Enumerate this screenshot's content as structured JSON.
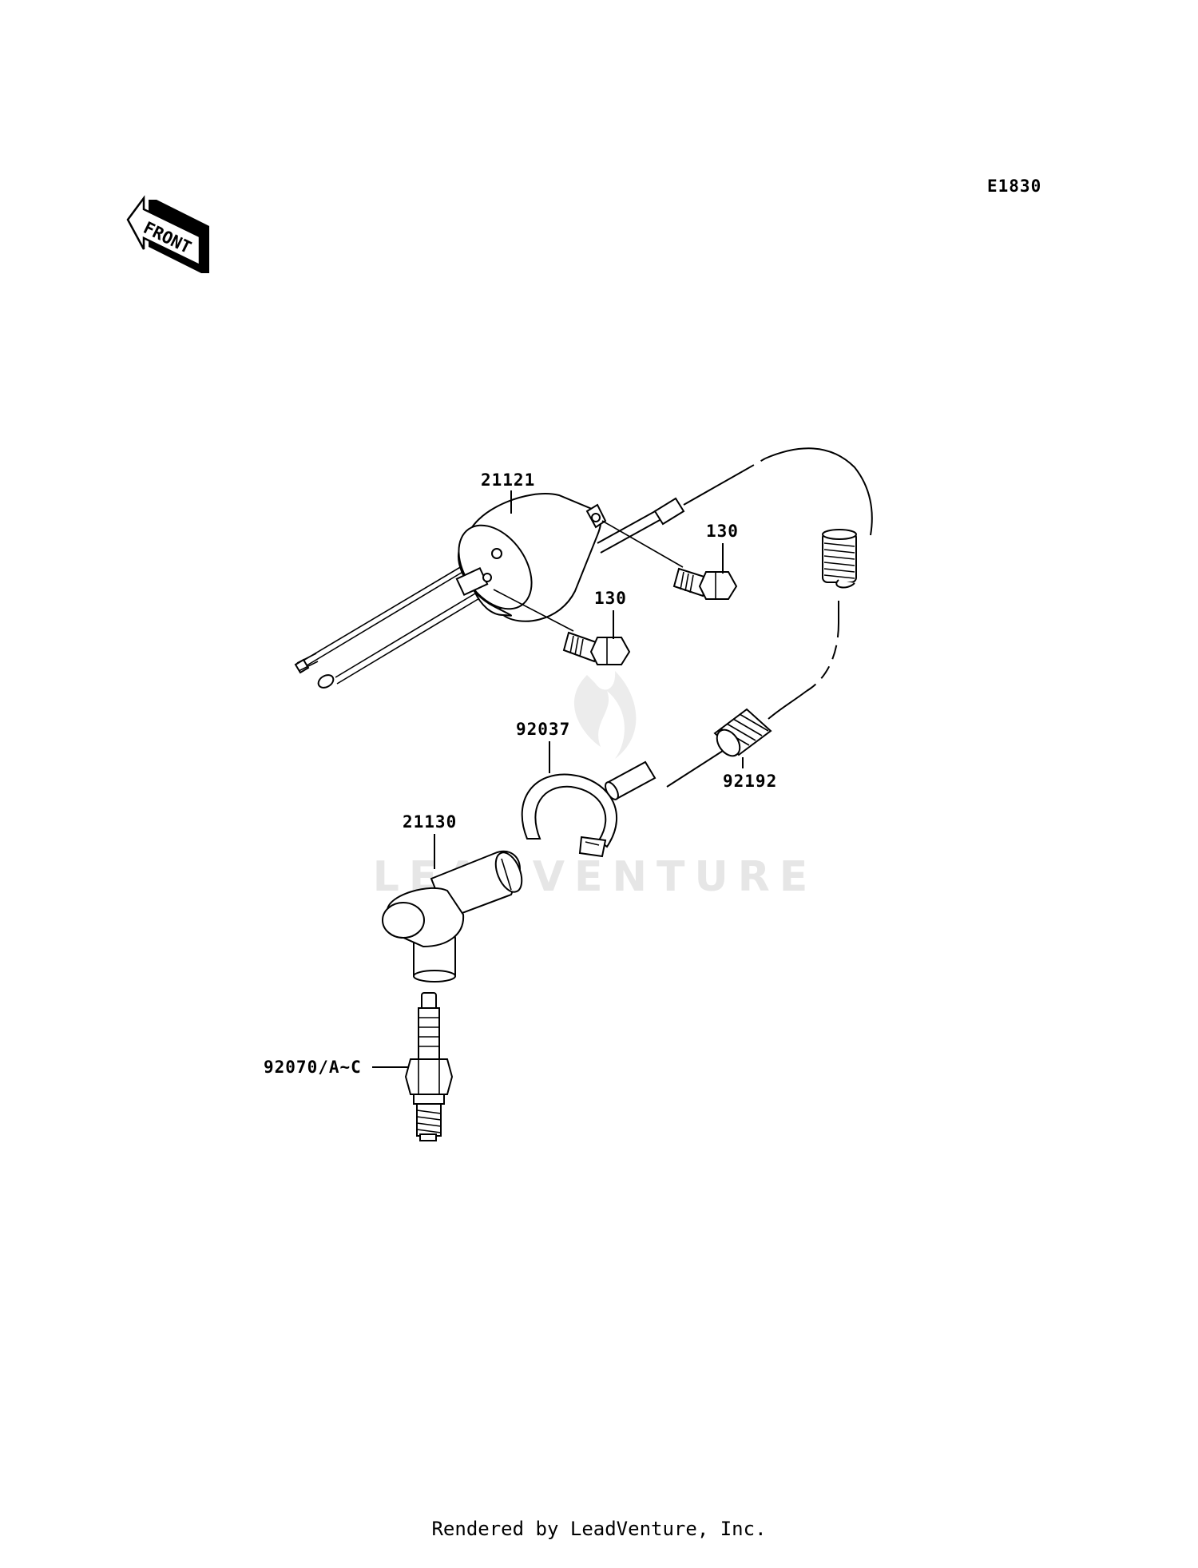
{
  "diagram_code": "E1830",
  "front_label": "FRONT",
  "watermark": "LEADVENTURE",
  "footer": "Rendered by LeadVenture, Inc.",
  "parts": {
    "ignition_coil": "21121",
    "bolt_upper": "130",
    "bolt_lower": "130",
    "clamp": "92037",
    "spring_tube": "92192",
    "plug_cap": "21130",
    "spark_plug": "92070/A~C"
  }
}
